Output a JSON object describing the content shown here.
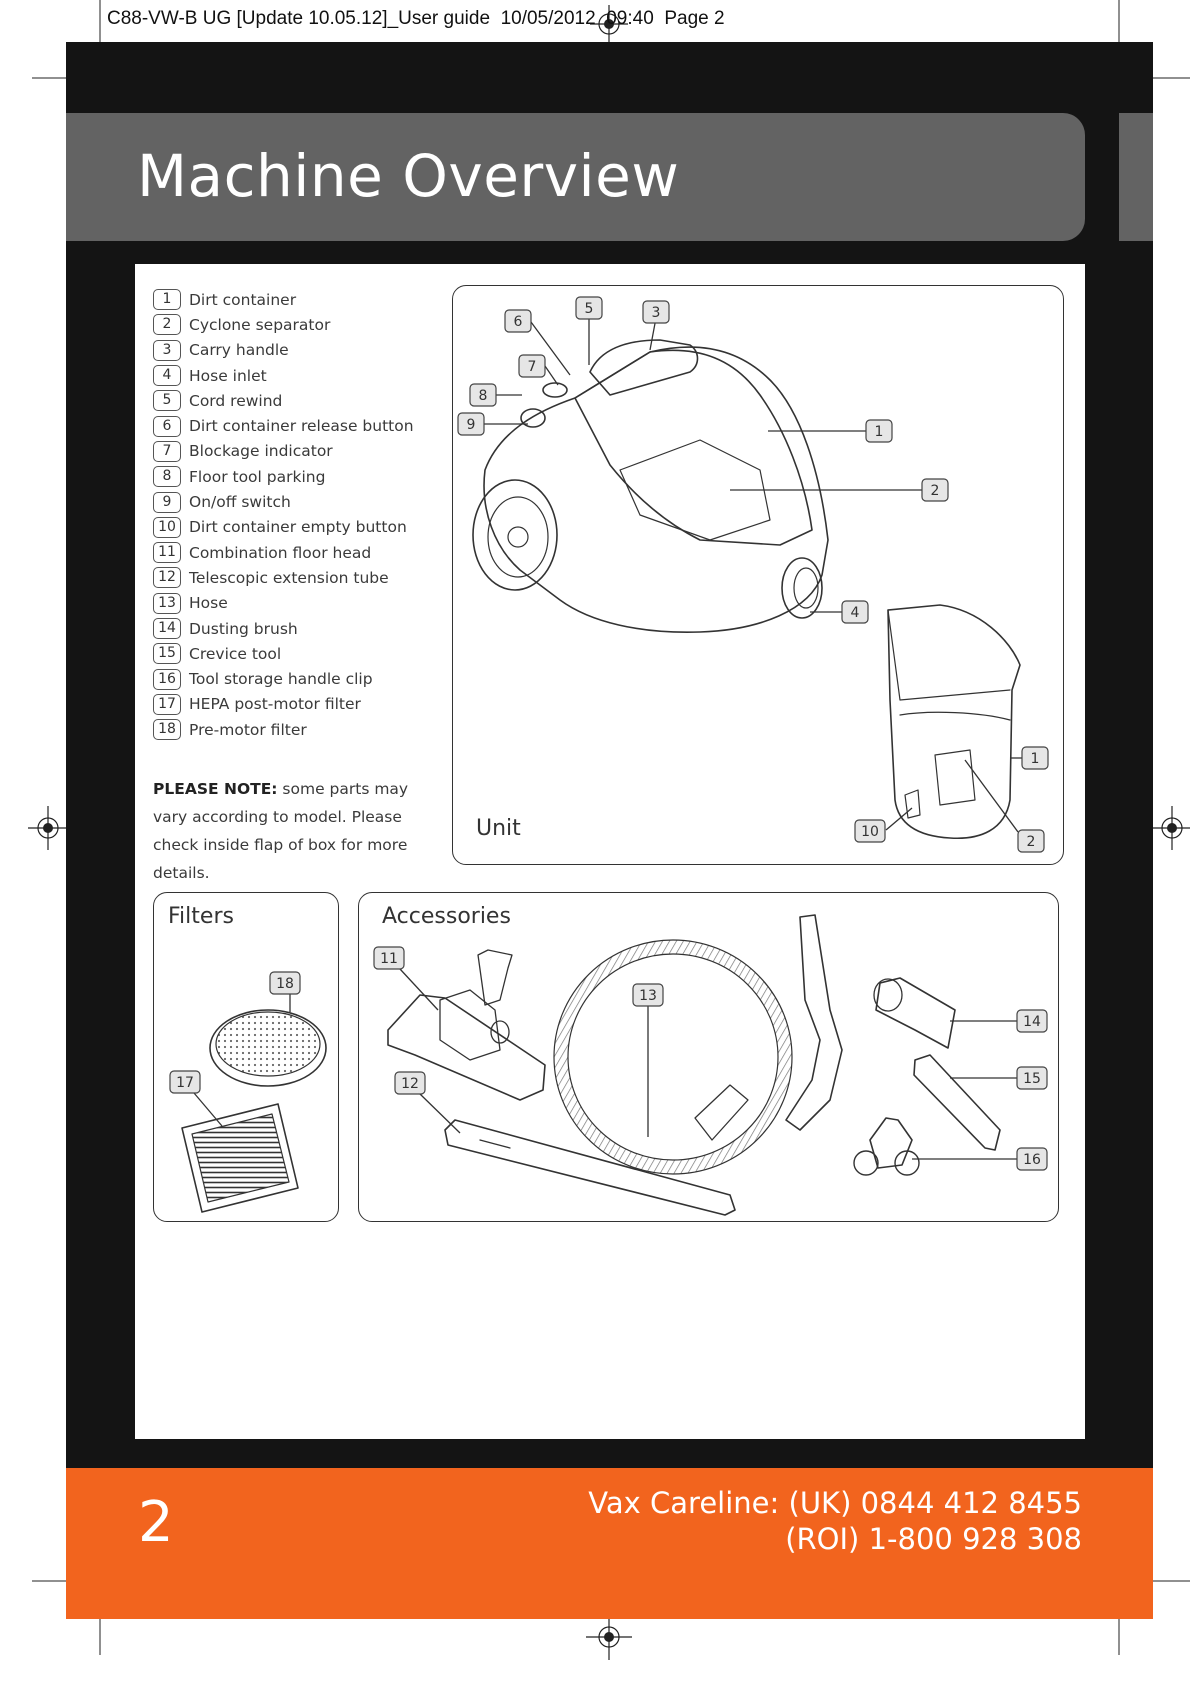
{
  "slug": "C88-VW-B UG [Update 10.05.12]_User guide  10/05/2012  09:40  Page 2",
  "header": {
    "title": "Machine Overview"
  },
  "parts": [
    {
      "num": "1",
      "label": "Dirt container"
    },
    {
      "num": "2",
      "label": "Cyclone separator"
    },
    {
      "num": "3",
      "label": "Carry handle"
    },
    {
      "num": "4",
      "label": "Hose inlet"
    },
    {
      "num": "5",
      "label": "Cord rewind"
    },
    {
      "num": "6",
      "label": "Dirt container release button"
    },
    {
      "num": "7",
      "label": "Blockage indicator"
    },
    {
      "num": "8",
      "label": "Floor tool parking"
    },
    {
      "num": "9",
      "label": "On/off switch"
    },
    {
      "num": "10",
      "label": "Dirt container empty button"
    },
    {
      "num": "11",
      "label": "Combination floor head"
    },
    {
      "num": "12",
      "label": "Telescopic extension tube"
    },
    {
      "num": "13",
      "label": "Hose"
    },
    {
      "num": "14",
      "label": "Dusting brush"
    },
    {
      "num": "15",
      "label": "Crevice tool"
    },
    {
      "num": "16",
      "label": "Tool storage handle clip"
    },
    {
      "num": "17",
      "label": "HEPA post-motor filter"
    },
    {
      "num": "18",
      "label": "Pre-motor filter"
    }
  ],
  "note": {
    "lead": "PLEASE NOTE:",
    "text": " some parts may vary according to model. Please check inside flap of box for more details."
  },
  "panels": {
    "unit": "Unit",
    "filters": "Filters",
    "accessories": "Accessories"
  },
  "footer": {
    "page_number": "2",
    "careline_uk": "Vax Careline: (UK) 0844 412 8455",
    "careline_roi": "(ROI) 1-800 928 308"
  },
  "colors": {
    "footer": "#f2641e",
    "title_band": "#636363",
    "frame": "#141414"
  }
}
